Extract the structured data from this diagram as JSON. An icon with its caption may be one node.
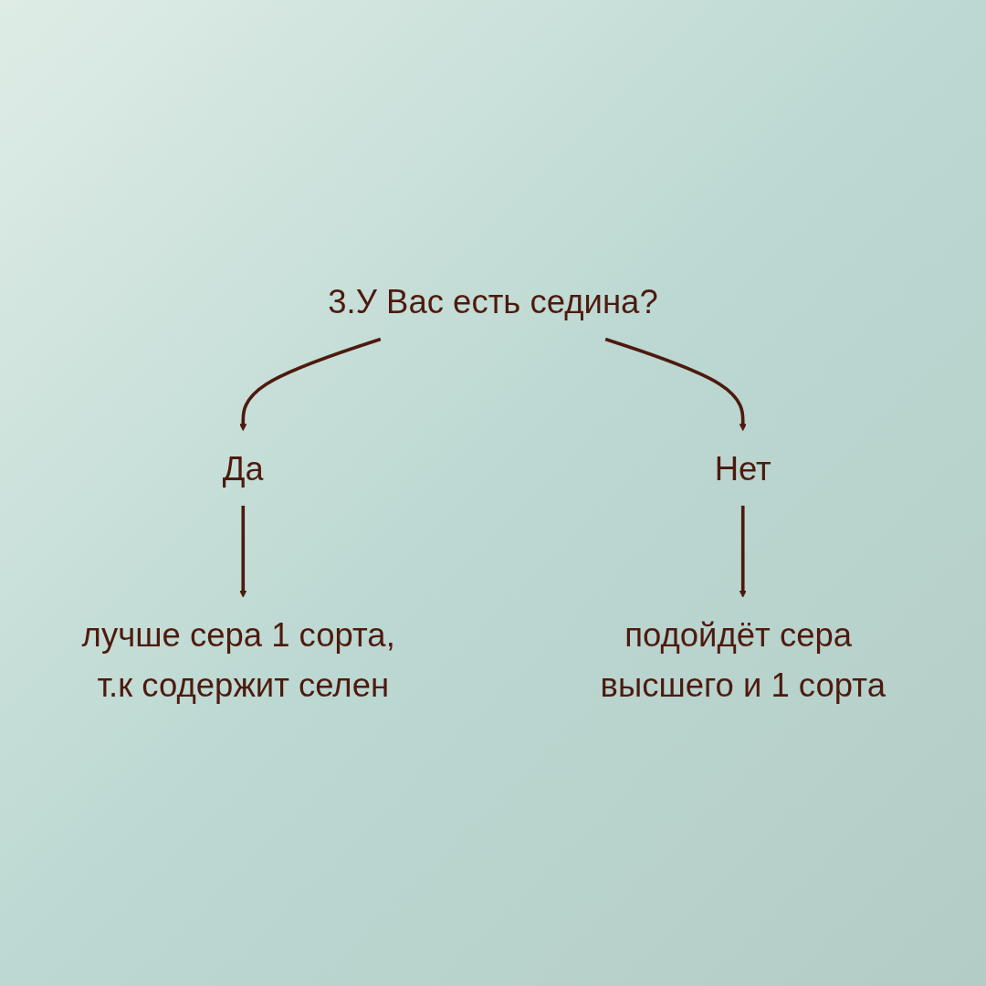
{
  "diagram": {
    "nodes": [
      {
        "text": [
          "3.У Вас есть седина?"
        ]
      },
      {
        "text": [
          "Да"
        ]
      },
      {
        "text": [
          "Нет"
        ]
      },
      {
        "text": [
          "лучше сера 1 сорта, т.к содержит селен"
        ]
      },
      {
        "text": [
          "подойдёт сера высшего и 1 сорта"
        ]
      }
    ],
    "edges": [
      {
        "from": 0,
        "to": 1,
        "arrow": "to"
      },
      {
        "from": 0,
        "to": 2,
        "arrow": "to"
      },
      {
        "from": 1,
        "to": 3,
        "arrow": "to"
      },
      {
        "from": 2,
        "to": 4,
        "arrow": "to"
      }
    ]
  }
}
